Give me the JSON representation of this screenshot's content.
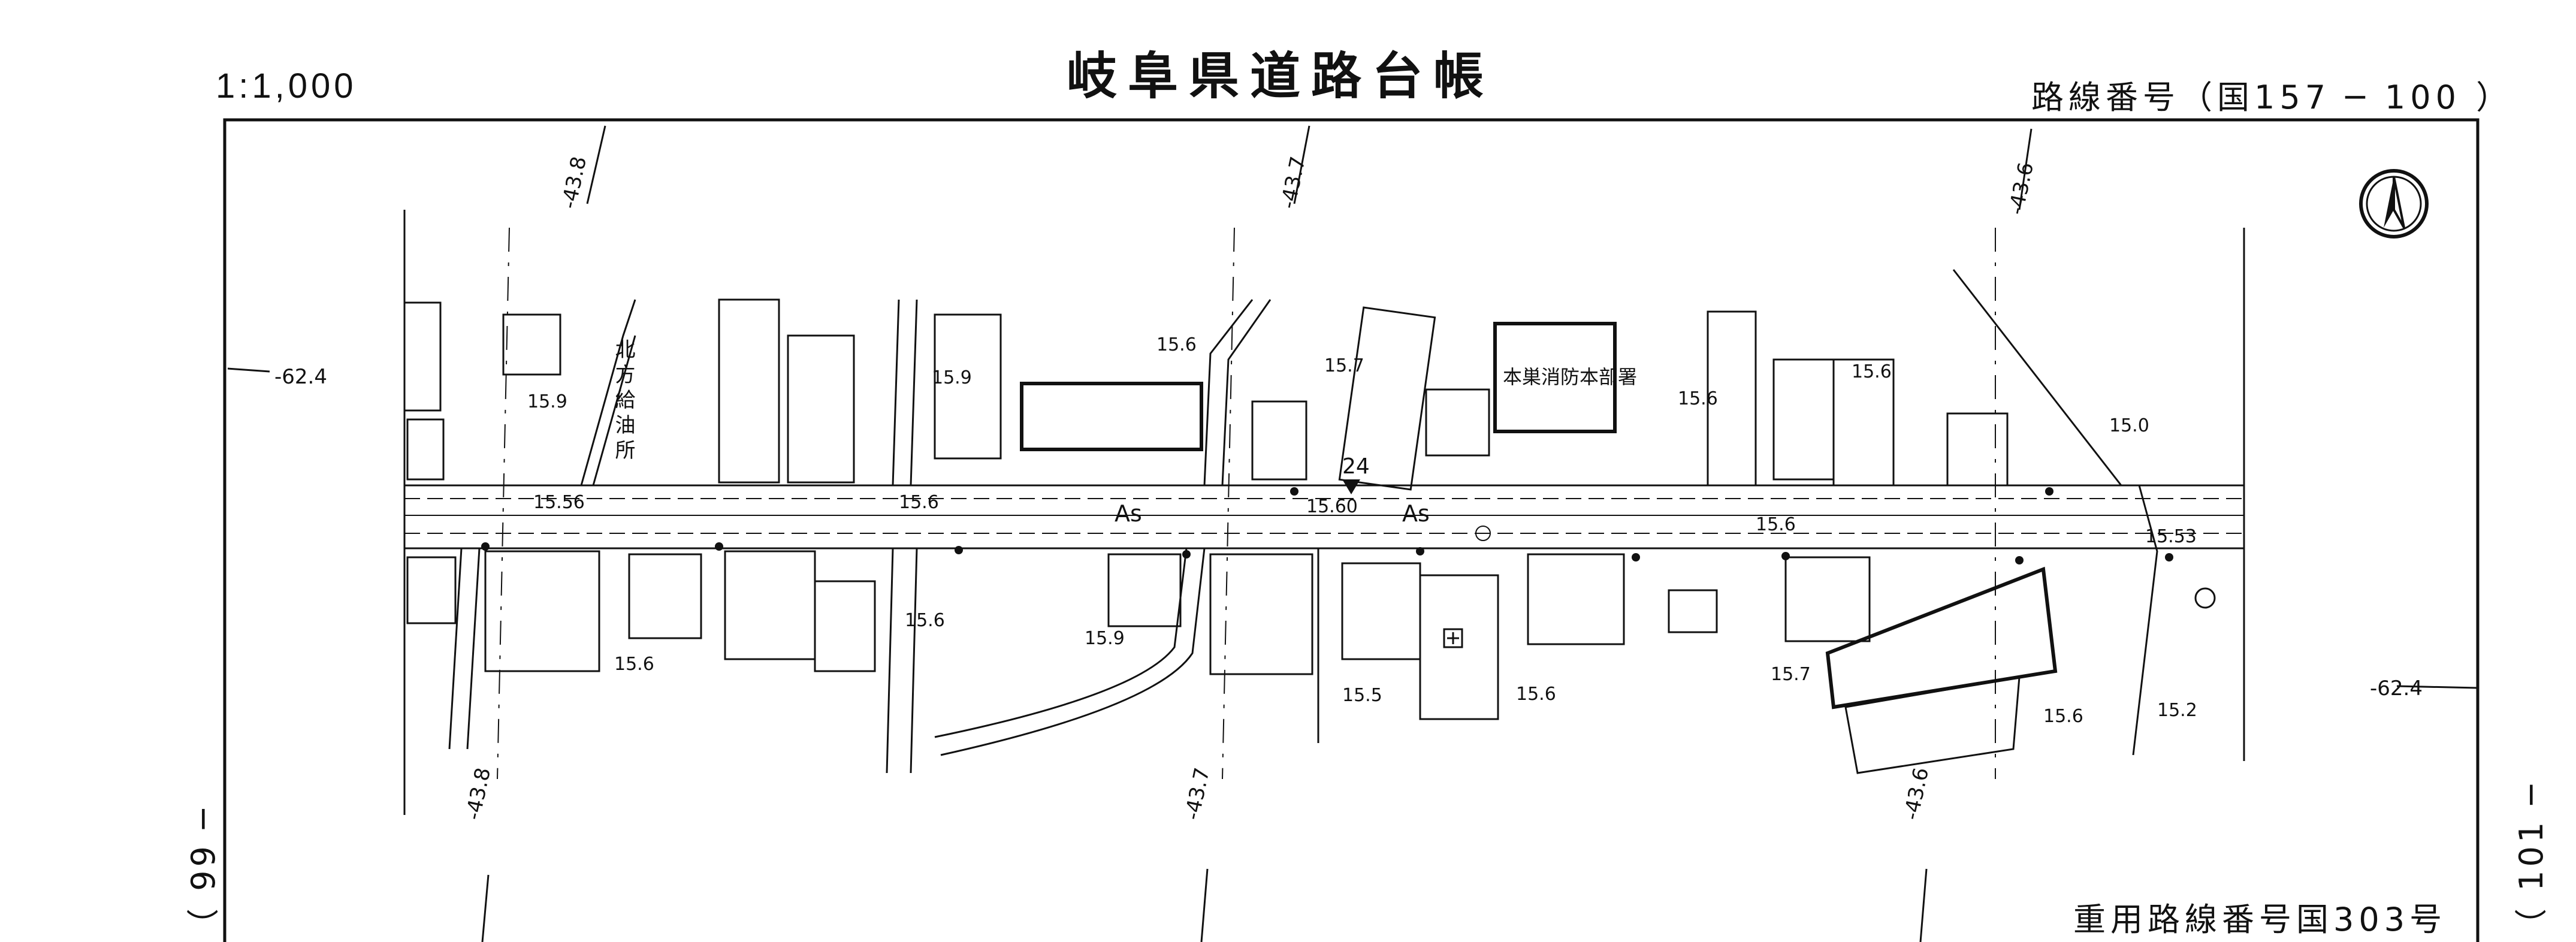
{
  "sheet": {
    "title": "岐阜県道路台帳",
    "scale": "1:1,000",
    "route_number_label": "路線番号（国157 ─ 100 ）",
    "overlap_route_label": "重用路線番号国303号",
    "adjacent_sheet_left": "（ 99 ─",
    "adjacent_sheet_right": "（ 101 ─"
  },
  "map": {
    "buildings": {
      "kitakata_station": "北方給油所",
      "fire_station": "本巣消防本部署"
    },
    "road_surface": [
      "As",
      "As"
    ],
    "point_number": "24",
    "grid_labels": [
      "-43.8",
      "-43.7",
      "-43.6",
      "-62.4",
      "-62.4",
      "-43.8",
      "-43.7",
      "-43.6"
    ],
    "elevations": [
      "15.9",
      "15.6",
      "15.9",
      "15.7",
      "15.6",
      "15.6",
      "15.0",
      "15.56",
      "15.6",
      "15.60",
      "15.6",
      "15.53",
      "15.6",
      "15.6",
      "15.9",
      "15.5",
      "15.6",
      "15.7",
      "15.6",
      "15.2"
    ],
    "symbols": {
      "north_arrow": "north-arrow-icon",
      "hospital": "hospital-cross-icon",
      "post": "post-office-icon",
      "parking": "parking-icon"
    }
  }
}
